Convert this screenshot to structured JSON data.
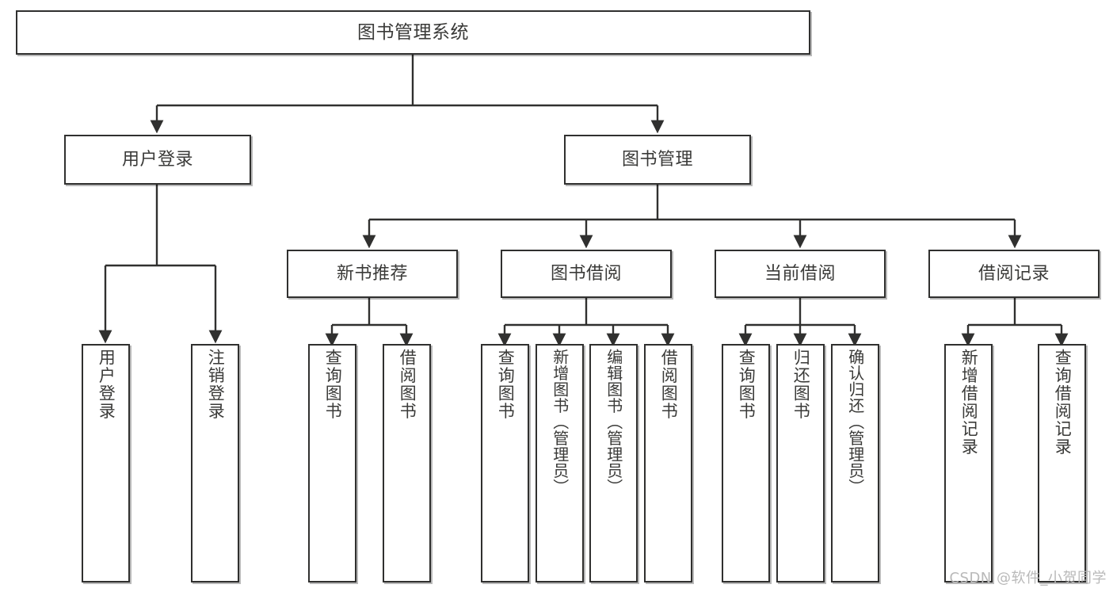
{
  "diagram": {
    "title": "图书管理系统",
    "type": "hierarchy-tree",
    "watermark": "CSDN @软件_小贺同学",
    "colors": {
      "stroke": "#30302f",
      "text": "#3a3a38",
      "background": "#ffffff",
      "watermark": "#b9b9b9"
    },
    "nodes": {
      "root": {
        "label": "图书管理系统"
      },
      "level2": [
        {
          "id": "user-login",
          "label": "用户登录"
        },
        {
          "id": "book-management",
          "label": "图书管理"
        }
      ],
      "level3": [
        {
          "id": "new-book-recommend",
          "label": "新书推荐"
        },
        {
          "id": "book-borrow",
          "label": "图书借阅"
        },
        {
          "id": "current-borrow",
          "label": "当前借阅"
        },
        {
          "id": "borrow-record",
          "label": "借阅记录"
        }
      ],
      "leaves": {
        "user_login": [
          {
            "id": "leaf-user-login",
            "label": "用户登录"
          },
          {
            "id": "leaf-logout-login",
            "label": "注销登录"
          }
        ],
        "new_book_recommend": [
          {
            "id": "leaf-query-book-1",
            "label": "查询图书"
          },
          {
            "id": "leaf-borrow-book-1",
            "label": "借阅图书"
          }
        ],
        "book_borrow": [
          {
            "id": "leaf-query-book-2",
            "label": "查询图书"
          },
          {
            "id": "leaf-add-book",
            "label": "新增图书（管理员）"
          },
          {
            "id": "leaf-edit-book",
            "label": "编辑图书（管理员）"
          },
          {
            "id": "leaf-borrow-book-2",
            "label": "借阅图书"
          }
        ],
        "current_borrow": [
          {
            "id": "leaf-query-book-3",
            "label": "查询图书"
          },
          {
            "id": "leaf-return-book",
            "label": "归还图书"
          },
          {
            "id": "leaf-confirm-return",
            "label": "确认归还（管理员）"
          }
        ],
        "borrow_record": [
          {
            "id": "leaf-add-record",
            "label": "新增借阅记录"
          },
          {
            "id": "leaf-query-record",
            "label": "查询借阅记录"
          }
        ]
      }
    }
  }
}
